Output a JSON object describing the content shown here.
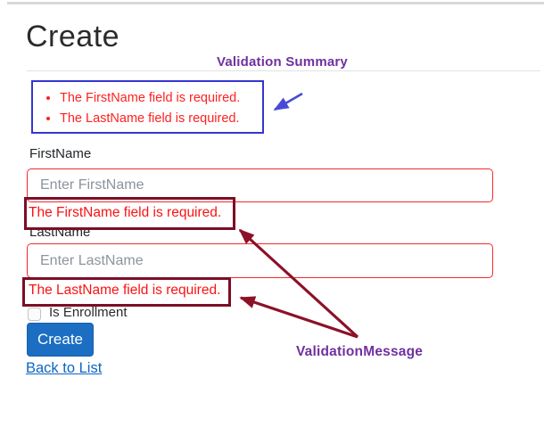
{
  "page": {
    "title": "Create"
  },
  "annotations": {
    "summary_label": "Validation Summary",
    "message_label": "ValidationMessage"
  },
  "validation_summary": {
    "errors": [
      "The FirstName field is required.",
      "The LastName field is required."
    ]
  },
  "form": {
    "first_name": {
      "label": "FirstName",
      "value": "",
      "placeholder": "Enter FirstName",
      "error": "The FirstName field is required."
    },
    "last_name": {
      "label": "LastName",
      "value": "",
      "placeholder": "Enter LastName",
      "error": "The LastName field is required."
    },
    "enrollment": {
      "label": "Is Enrollment",
      "checked": false
    },
    "submit_label": "Create",
    "back_link_label": "Back to List"
  },
  "colors": {
    "error_text": "#ff2121",
    "input_error_border": "#f22b2b",
    "summary_box_border": "#3535d2",
    "annotation_box_border": "#7c0d26",
    "annotation_arrow": "#8c1127",
    "annotation_purple": "#7030a0",
    "blue_arrow": "#4949d8",
    "button_blue": "#1b6ec2",
    "link_blue": "#0d66c2"
  }
}
